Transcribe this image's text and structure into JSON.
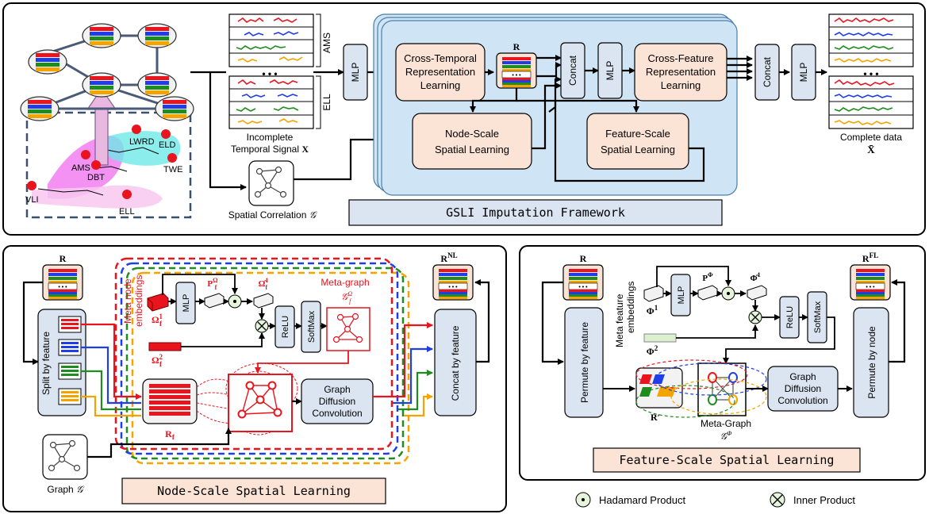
{
  "top": {
    "framework_title": "GSLI Imputation Framework",
    "city_labels": [
      "LWRD",
      "ELD",
      "AMS",
      "DBT",
      "TWE",
      "VLI",
      "ELL"
    ],
    "group_labels": [
      "AMS",
      "ELL"
    ],
    "incomplete_caption_1": "Incomplete",
    "incomplete_caption_2": "Temporal Signal",
    "incomplete_symbol": "X",
    "spatial_corr_caption": "Spatial Correlation",
    "spatial_corr_symbol": "𝒢",
    "complete_caption": "Complete data",
    "complete_symbol": "X̄",
    "mlp": "MLP",
    "concat": "Concat",
    "cross_temporal_1": "Cross-Temporal",
    "cross_temporal_2": "Representation",
    "cross_temporal_3": "Learning",
    "cross_feature_1": "Cross-Feature",
    "cross_feature_2": "Representation",
    "cross_feature_3": "Learning",
    "node_scale_1": "Node-Scale",
    "node_scale_2": "Spatial Learning",
    "feature_scale_1": "Feature-Scale",
    "feature_scale_2": "Spatial Learning",
    "r_label": "R",
    "dots": "• • •"
  },
  "node_panel": {
    "title": "Node-Scale Spatial Learning",
    "r_label": "R",
    "r_out_label": "R",
    "r_out_sup": "NL",
    "split_label": "Split by feature",
    "concat_label": "Concat  by feature",
    "meta_node_1": "Meta node",
    "meta_node_2": "embeddings",
    "omega1": "Ω",
    "omega1_sup": "1",
    "omega1_sub": "f",
    "omega2": "Ω",
    "omega2_sup": "2",
    "omega2_sub": "f",
    "p_label": "P",
    "p_sup": "Ω",
    "p_sub": "f",
    "omega_hat": "Ω̂",
    "omega_hat_sup": "1",
    "omega_hat_sub": "f",
    "meta_graph_label": "Meta-graph",
    "meta_graph_symbol": "𝒢",
    "meta_graph_sup": "Ω",
    "meta_graph_sub": "f",
    "mlp": "MLP",
    "relu": "ReLU",
    "softmax": "SoftMax",
    "gdc_1": "Graph",
    "gdc_2": "Diffusion",
    "gdc_3": "Convolution",
    "rf_label": "R",
    "rf_sub": "f",
    "graph_caption": "Graph",
    "graph_symbol": "𝒢"
  },
  "feature_panel": {
    "title": "Feature-Scale Spatial Learning",
    "r_label": "R",
    "r_out_label": "R",
    "r_out_sup": "FL",
    "permute_feature": "Permute by feature",
    "permute_node": "Permute by node",
    "meta_feat_1": "Meta feature",
    "meta_feat_2": "embeddings",
    "phi1": "Φ",
    "phi1_sup": "1",
    "phi2": "Φ",
    "phi2_sup": "2",
    "p_label": "P",
    "p_sup": "Φ",
    "phi_hat": "Φ̂",
    "phi_hat_sup": "1",
    "mlp": "MLP",
    "relu": "ReLU",
    "softmax": "SoftMax",
    "r_prime": "R′",
    "meta_graph_label": "Meta-Graph",
    "meta_graph_symbol": "𝒢",
    "meta_graph_sup": "Φ",
    "gdc_1": "Graph",
    "gdc_2": "Diffusion",
    "gdc_3": "Convolution"
  },
  "legend": {
    "hadamard": "Hadamard Product",
    "inner": "Inner Product"
  },
  "colors": {
    "block_blue": "#dbe5f1",
    "block_orange": "#fbe3d6",
    "framework_bg": "#cfe5f6",
    "red": "#e8141e",
    "blue": "#1f3ee8",
    "green": "#1f8c1f",
    "orange": "#f5a300",
    "title_bg_orange": "#fbe3d6",
    "title_bg_blue": "#dbe5f1"
  }
}
